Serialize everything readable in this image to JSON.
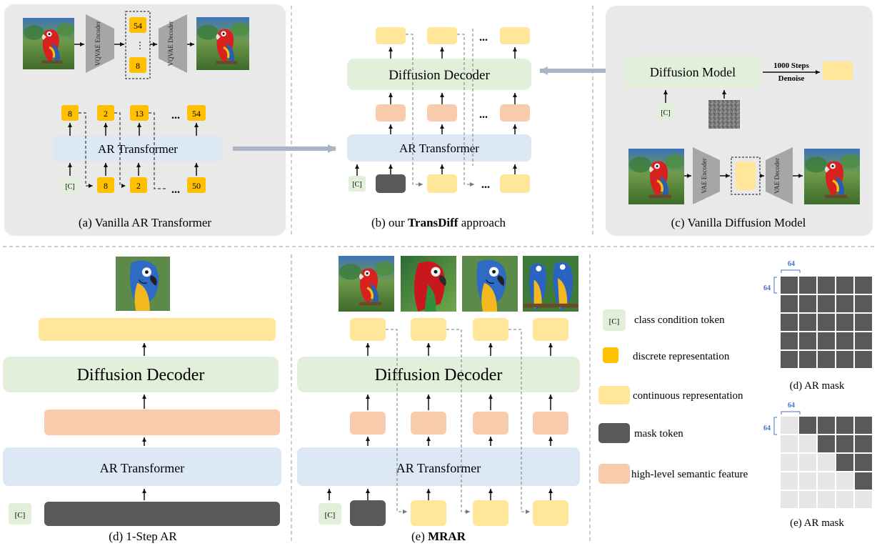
{
  "colors": {
    "panel_gray": "#e9e9e9",
    "ar_blue": "#dce8f4",
    "diff_green": "#e2efda",
    "cont_yellow": "#ffe699",
    "disc_orange": "#ffc000",
    "sem_pink": "#f8cbad",
    "mask_dark": "#595959",
    "cond_green": "#e2efda",
    "vae_gray": "#a6a6a6",
    "dim_blue": "#4472c4",
    "arrow_gray": "#aab4c4"
  },
  "labels": {
    "ar_transformer": "AR Transformer",
    "diffusion_decoder": "Diffusion Decoder",
    "diffusion_model": "Diffusion Model",
    "class_token": "[C]",
    "ellipsis": "...",
    "ellipsis_v": "⋮"
  },
  "panel_a": {
    "caption": "(a) Vanilla AR Transformer",
    "vqvae_encoder": "VQVAE Encoder",
    "vqvae_decoder": "VQVAE Decoder",
    "code_top": "54",
    "code_bottom": "8",
    "outputs": [
      "8",
      "2",
      "13",
      "54"
    ],
    "inputs": [
      "8",
      "2",
      "50"
    ]
  },
  "panel_b": {
    "caption_prefix": "(b) our ",
    "caption_bold": "TransDiff",
    "caption_suffix": " approach"
  },
  "panel_c": {
    "caption": "(c) Vanilla Diffusion Model",
    "steps_line1": "1000 Steps",
    "steps_line2": "Denoise",
    "vae_encoder": "VAE Encoder",
    "vae_decoder": "VAE Decoder"
  },
  "panel_d": {
    "caption": "(d) 1-Step AR"
  },
  "panel_e": {
    "caption_prefix": "(e) ",
    "caption_bold": "MRAR"
  },
  "legend": {
    "items": [
      {
        "label": "class condition token",
        "kind": "cond"
      },
      {
        "label": "discrete representation",
        "kind": "discrete"
      },
      {
        "label": "continuous representation",
        "kind": "continuous"
      },
      {
        "label": "mask token",
        "kind": "mask"
      },
      {
        "label": "high-level semantic feature",
        "kind": "semantic"
      }
    ]
  },
  "masks": {
    "d": {
      "caption": "(d) AR mask",
      "dim": "64",
      "grid": 5,
      "type": "full"
    },
    "e": {
      "caption": "(e) AR mask",
      "dim": "64",
      "grid": 5,
      "type": "causal"
    }
  }
}
